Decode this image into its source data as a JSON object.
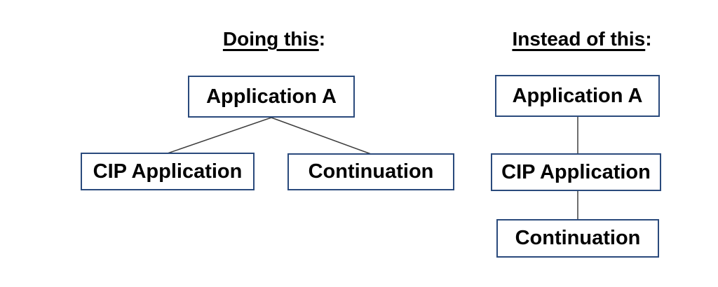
{
  "page": {
    "background": "#ffffff",
    "description": "Comparison diagram of patent application filing structures"
  },
  "colors": {
    "box_border": "#2a4a7c",
    "connector": "#3d3d3d",
    "text": "#000000",
    "bg": "#ffffff"
  },
  "left_panel": {
    "title": {
      "underlined": "Doing this",
      "suffix": ":"
    },
    "layout": "tree",
    "nodes": [
      {
        "label": "Application A"
      },
      {
        "label": "CIP Application"
      },
      {
        "label": "Continuation"
      }
    ],
    "connections": [
      [
        "Application A",
        "CIP Application"
      ],
      [
        "Application A",
        "Continuation"
      ]
    ]
  },
  "right_panel": {
    "title": {
      "underlined": "Instead of this",
      "suffix": ":"
    },
    "layout": "chain",
    "nodes": [
      {
        "label": "Application A"
      },
      {
        "label": "CIP Application"
      },
      {
        "label": "Continuation"
      }
    ],
    "connections": [
      [
        "Application A",
        "CIP Application"
      ],
      [
        "CIP Application",
        "Continuation"
      ]
    ]
  }
}
